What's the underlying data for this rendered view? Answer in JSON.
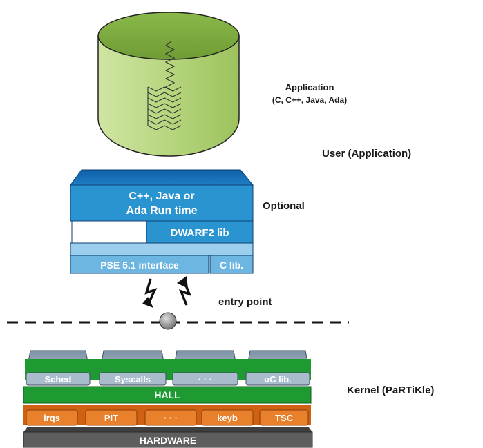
{
  "application": {
    "title": "Application",
    "languages": "(C, C++, Java, Ada)"
  },
  "user_label": "User (Application)",
  "optional_label": "Optional",
  "runtime": {
    "line1": "C++, Java or",
    "line2": "Ada Run time",
    "dwarf": "DWARF2 lib",
    "pse": "PSE 5.1 interface",
    "clib": "C lib."
  },
  "entry_point_label": "entry point",
  "kernel_label": "Kernel (PaRTiKle)",
  "kernel_modules": [
    "Sched",
    "Syscalls",
    "· · ·",
    "uC lib."
  ],
  "hall_label": "HALL",
  "drivers": [
    "irqs",
    "PIT",
    "· · ·",
    "keyb",
    "TSC"
  ],
  "hardware_label": "HARDWARE",
  "colors": {
    "cylinder": "#b2d47a",
    "runtime_dark": "#1a6fb8",
    "runtime_mid": "#2a94d1",
    "runtime_light": "#7ec2e8",
    "kernel_module": "#8aa4b6",
    "hall": "#1f9a33",
    "driver": "#e2731f",
    "hardware": "#5e5e5e"
  }
}
